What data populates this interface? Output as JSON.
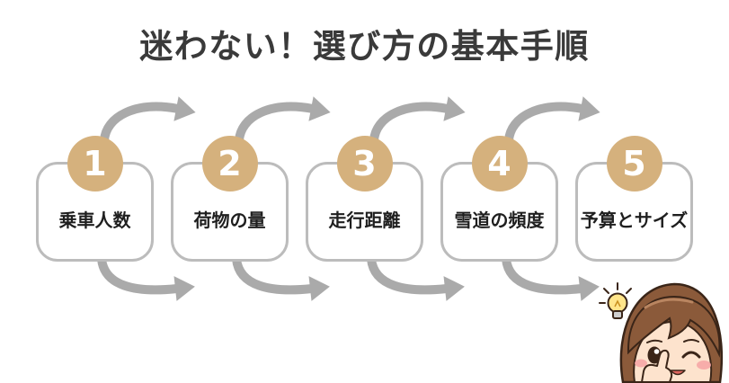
{
  "title": "迷わない！選び方の基本手順",
  "steps": [
    {
      "number": "1",
      "label": "乗車人数"
    },
    {
      "number": "2",
      "label": "荷物の量"
    },
    {
      "number": "3",
      "label": "走行距離"
    },
    {
      "number": "4",
      "label": "雪道の頻度"
    },
    {
      "number": "5",
      "label": "予算とサイズ"
    }
  ],
  "colors": {
    "accent": "#d5b17d",
    "arrow": "#aaaaaa",
    "border": "#bcbcbc",
    "text": "#1f1f1f",
    "title": "#3a3a3a",
    "background": "#ffffff"
  },
  "icons": {
    "connector": "curved-arrow-icon",
    "lightbulb": "lightbulb-icon",
    "character": "winking-girl-character"
  }
}
